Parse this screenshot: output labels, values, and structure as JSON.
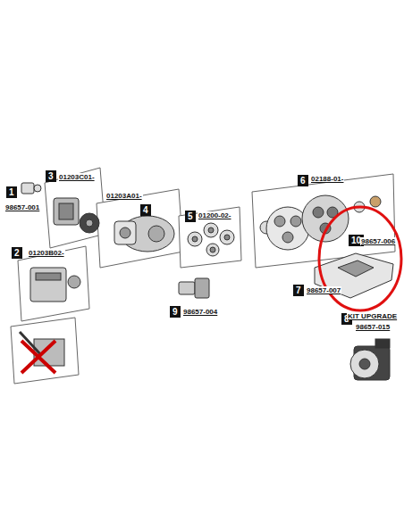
{
  "diagram": {
    "nodes": [
      {
        "text": [
          "1"
        ]
      },
      {
        "text": [
          "2"
        ]
      },
      {
        "text": [
          "3"
        ]
      },
      {
        "text": [
          "4"
        ]
      },
      {
        "text": [
          "5"
        ]
      },
      {
        "text": [
          "6"
        ]
      },
      {
        "text": [
          "7"
        ]
      },
      {
        "text": [
          "8"
        ]
      },
      {
        "text": [
          "9"
        ]
      },
      {
        "text": [
          "10"
        ]
      }
    ],
    "labels": [
      "98657-001",
      "01203B02-",
      "01203C01-",
      "01203A01-",
      "01200-02-",
      "02188-01-",
      "98657-006",
      "98657-007",
      "KIT UPGRADE",
      "98657-015",
      "98657-004"
    ]
  }
}
